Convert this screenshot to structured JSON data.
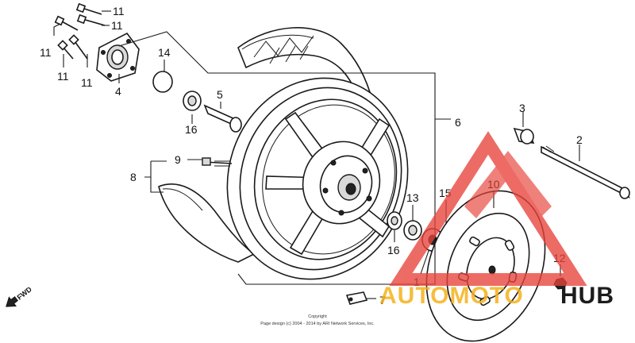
{
  "callouts": [
    {
      "id": "11a",
      "text": "11"
    },
    {
      "id": "11b",
      "text": "11"
    },
    {
      "id": "11c",
      "text": "11"
    },
    {
      "id": "11d",
      "text": "11"
    },
    {
      "id": "11e",
      "text": "11"
    },
    {
      "id": "4",
      "text": "4"
    },
    {
      "id": "14",
      "text": "14"
    },
    {
      "id": "5",
      "text": "5"
    },
    {
      "id": "16a",
      "text": "16"
    },
    {
      "id": "6",
      "text": "6"
    },
    {
      "id": "3",
      "text": "3"
    },
    {
      "id": "2",
      "text": "2"
    },
    {
      "id": "9",
      "text": "9"
    },
    {
      "id": "8",
      "text": "8"
    },
    {
      "id": "13",
      "text": "13"
    },
    {
      "id": "15",
      "text": "15"
    },
    {
      "id": "10",
      "text": "10"
    },
    {
      "id": "16b",
      "text": "16"
    },
    {
      "id": "1",
      "text": "1"
    },
    {
      "id": "12",
      "text": "12"
    },
    {
      "id": "7",
      "text": "7"
    }
  ],
  "direction_label": "FWD",
  "copyright": {
    "line1": "Copyright",
    "line2": "Page design (c) 2004 - 2014 by ARI Network Services, Inc."
  },
  "watermark": {
    "word1": "AUTOMOTO",
    "word2": "HUB",
    "colors": {
      "triangle": "#e8423a",
      "accent": "#f5b21b",
      "dark": "#1c1c1c"
    }
  }
}
